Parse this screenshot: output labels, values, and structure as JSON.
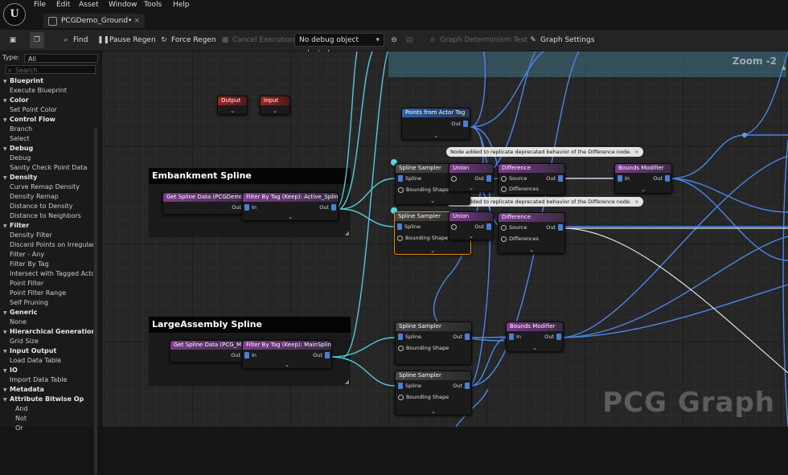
{
  "menu": [
    "File",
    "Edit",
    "Asset",
    "Window",
    "Tools",
    "Help"
  ],
  "tab": {
    "title": "PCGDemo_Ground•",
    "close": "×"
  },
  "toolbar": {
    "find": "Find",
    "pause": "Pause Regen",
    "force": "Force Regen",
    "cancel": "Cancel Execution",
    "debug_object": "No debug object selected",
    "determinism": "Graph Determinism Test",
    "settings": "Graph Settings"
  },
  "palette": {
    "type_label": "Type:",
    "type_value": "All",
    "search_placeholder": "Search",
    "items": [
      {
        "k": "cat",
        "t": "Blueprint"
      },
      {
        "k": "it",
        "t": "Execute Blueprint"
      },
      {
        "k": "cat",
        "t": "Color"
      },
      {
        "k": "it",
        "t": "Set Point Color"
      },
      {
        "k": "cat",
        "t": "Control Flow"
      },
      {
        "k": "it",
        "t": "Branch"
      },
      {
        "k": "it",
        "t": "Select"
      },
      {
        "k": "cat",
        "t": "Debug"
      },
      {
        "k": "it",
        "t": "Debug"
      },
      {
        "k": "it",
        "t": "Sanity Check Point Data"
      },
      {
        "k": "cat",
        "t": "Density"
      },
      {
        "k": "it",
        "t": "Curve Remap Density"
      },
      {
        "k": "it",
        "t": "Density Remap"
      },
      {
        "k": "it",
        "t": "Distance to Density"
      },
      {
        "k": "it",
        "t": "Distance to Neighbors"
      },
      {
        "k": "cat",
        "t": "Filter"
      },
      {
        "k": "it",
        "t": "Density Filter"
      },
      {
        "k": "it",
        "t": "Discard Points on Irregular"
      },
      {
        "k": "it",
        "t": "Filter - Any"
      },
      {
        "k": "it",
        "t": "Filter By Tag"
      },
      {
        "k": "it",
        "t": "Intersect with Tagged Actor"
      },
      {
        "k": "it",
        "t": "Point Filter"
      },
      {
        "k": "it",
        "t": "Point Filter Range"
      },
      {
        "k": "it",
        "t": "Self Pruning"
      },
      {
        "k": "cat",
        "t": "Generic"
      },
      {
        "k": "it",
        "t": "None"
      },
      {
        "k": "cat",
        "t": "Hierarchical Generation"
      },
      {
        "k": "it",
        "t": "Grid Size"
      },
      {
        "k": "cat",
        "t": "Input Output"
      },
      {
        "k": "it",
        "t": "Load Data Table"
      },
      {
        "k": "cat",
        "t": "IO"
      },
      {
        "k": "it",
        "t": "Import Data Table"
      },
      {
        "k": "cat",
        "t": "Metadata"
      },
      {
        "k": "cat",
        "t": "Attribute Bitwise Op"
      },
      {
        "k": "it2",
        "t": "And"
      },
      {
        "k": "it2",
        "t": "Not"
      },
      {
        "k": "it2",
        "t": "Or"
      }
    ]
  },
  "graph": {
    "zoom": "Zoom -2",
    "watermark": "PCG Graph",
    "comments": {
      "embankment": "Embankment Spline",
      "large": "LargeAssembly Spline"
    },
    "nodes": {
      "output": "Output",
      "input": "Input",
      "points_from_tag": "Points from Actor Tag",
      "spline_sampler": "Spline Sampler",
      "union": "Union",
      "difference": "Difference",
      "bounds_modifier": "Bounds Modifier",
      "get_spline_1": "Get Spline Data (PCGDemo_DitchSpl...",
      "filter_1": "Filter By Tag (Keep): Active_Spline",
      "get_spline_2": "Get Spline Data (PCG_ManualSpline...",
      "filter_2": "Filter By Tag (Keep): MainSpline"
    },
    "pins": {
      "out": "Out",
      "in": "In",
      "spline": "Spline",
      "bounding_shape": "Bounding Shape",
      "source": "Source",
      "differences": "Differences"
    },
    "note": "Node added to replicate deprecated behavior of the Difference node.",
    "note_close": "×",
    "colors": {
      "wire_blue": "#4a86e8",
      "wire_cyan": "#55c8dc",
      "wire_white": "#e0e0e0",
      "node_purple": "#7c3b8e",
      "node_blue": "#2e5fa8",
      "selection": "#e08a10",
      "comment_blue": "#3e7fa0"
    }
  }
}
